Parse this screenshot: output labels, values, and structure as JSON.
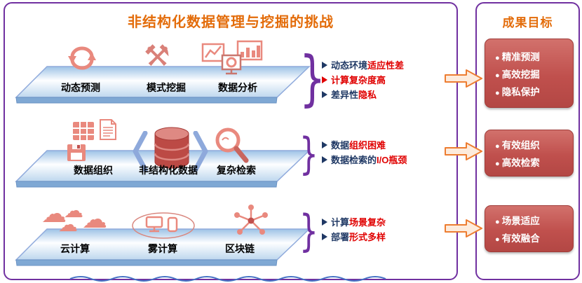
{
  "colors": {
    "accent_orange": "#E36C0A",
    "border_purple": "#7030A0",
    "goal_red": "#C0504D",
    "text_navy": "#1F3864",
    "text_red": "#E00000",
    "platform_blue": "#BDD7EE",
    "icon_salmon": "#E9897E",
    "arrow_orange": "#ED7D31"
  },
  "left_panel": {
    "title": "非结构化数据管理与挖掘的挑战",
    "brace_glyph": "}",
    "rows": [
      {
        "labels": [
          "动态预测",
          "模式挖掘",
          "数据分析"
        ],
        "bullets": [
          {
            "prefix": "动态环境",
            "highlight": "适应性差"
          },
          {
            "prefix": "",
            "highlight": "计算复杂度高"
          },
          {
            "prefix": "差异性",
            "highlight": "隐私"
          }
        ]
      },
      {
        "labels": [
          "数据组织",
          "非结构化数据",
          "复杂检索"
        ],
        "bullets": [
          {
            "prefix": "数据",
            "highlight": "组织困难"
          },
          {
            "prefix": "数据检索的",
            "highlight": "I/O瓶颈"
          }
        ]
      },
      {
        "labels": [
          "云计算",
          "雾计算",
          "区块链"
        ],
        "bullets": [
          {
            "prefix": "计算",
            "highlight": "场景复杂"
          },
          {
            "prefix": "部署",
            "highlight": "形式多样"
          }
        ]
      }
    ]
  },
  "right_panel": {
    "title": "成果目标",
    "boxes": [
      {
        "items": [
          "精准预测",
          "高效挖掘",
          "隐私保护"
        ]
      },
      {
        "items": [
          "有效组织",
          "高效检索"
        ]
      },
      {
        "items": [
          "场景适应",
          "有效融合"
        ]
      }
    ]
  },
  "icons": {
    "row1": [
      "refresh-icon",
      "mining-icon",
      "analytics-icon"
    ],
    "row2": [
      "table-icon",
      "document-icon",
      "floppy-icon",
      "left-bracket-icon",
      "database-icon",
      "right-bracket-icon",
      "search-icon"
    ],
    "row3": [
      "clouds-icon",
      "fog-devices-icon",
      "blockchain-icon"
    ],
    "mining_glyph": "⚒",
    "cloud_glyph": "☁"
  }
}
